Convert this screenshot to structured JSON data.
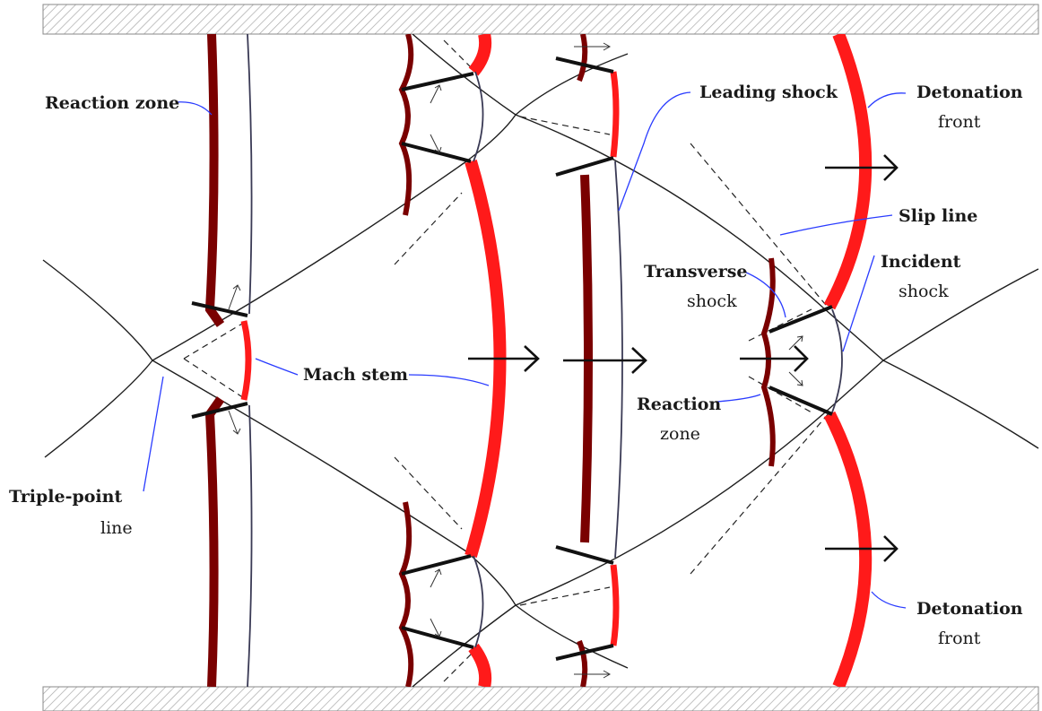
{
  "labels": {
    "reaction_zone_top": "Reaction zone",
    "leading_shock": "Leading shock",
    "detonation_front_top_1": "Detonation",
    "detonation_front_top_2": "front",
    "slip_line": "Slip line",
    "incident_shock_1": "Incident",
    "incident_shock_2": "shock",
    "transverse_shock_1": "Transverse",
    "transverse_shock_2": "shock",
    "mach_stem": "Mach stem",
    "reaction_zone_right_1": "Reaction",
    "reaction_zone_right_2": "zone",
    "triple_point_line_1": "Triple-point",
    "triple_point_line_2": "line",
    "detonation_front_bottom_1": "Detonation",
    "detonation_front_bottom_2": "front"
  },
  "colors": {
    "detonation_front": "#ff1a1a",
    "reaction_zone": "#7a0000",
    "leader_line": "#2a3cff",
    "wall_hatch": "#9a9a9a"
  }
}
